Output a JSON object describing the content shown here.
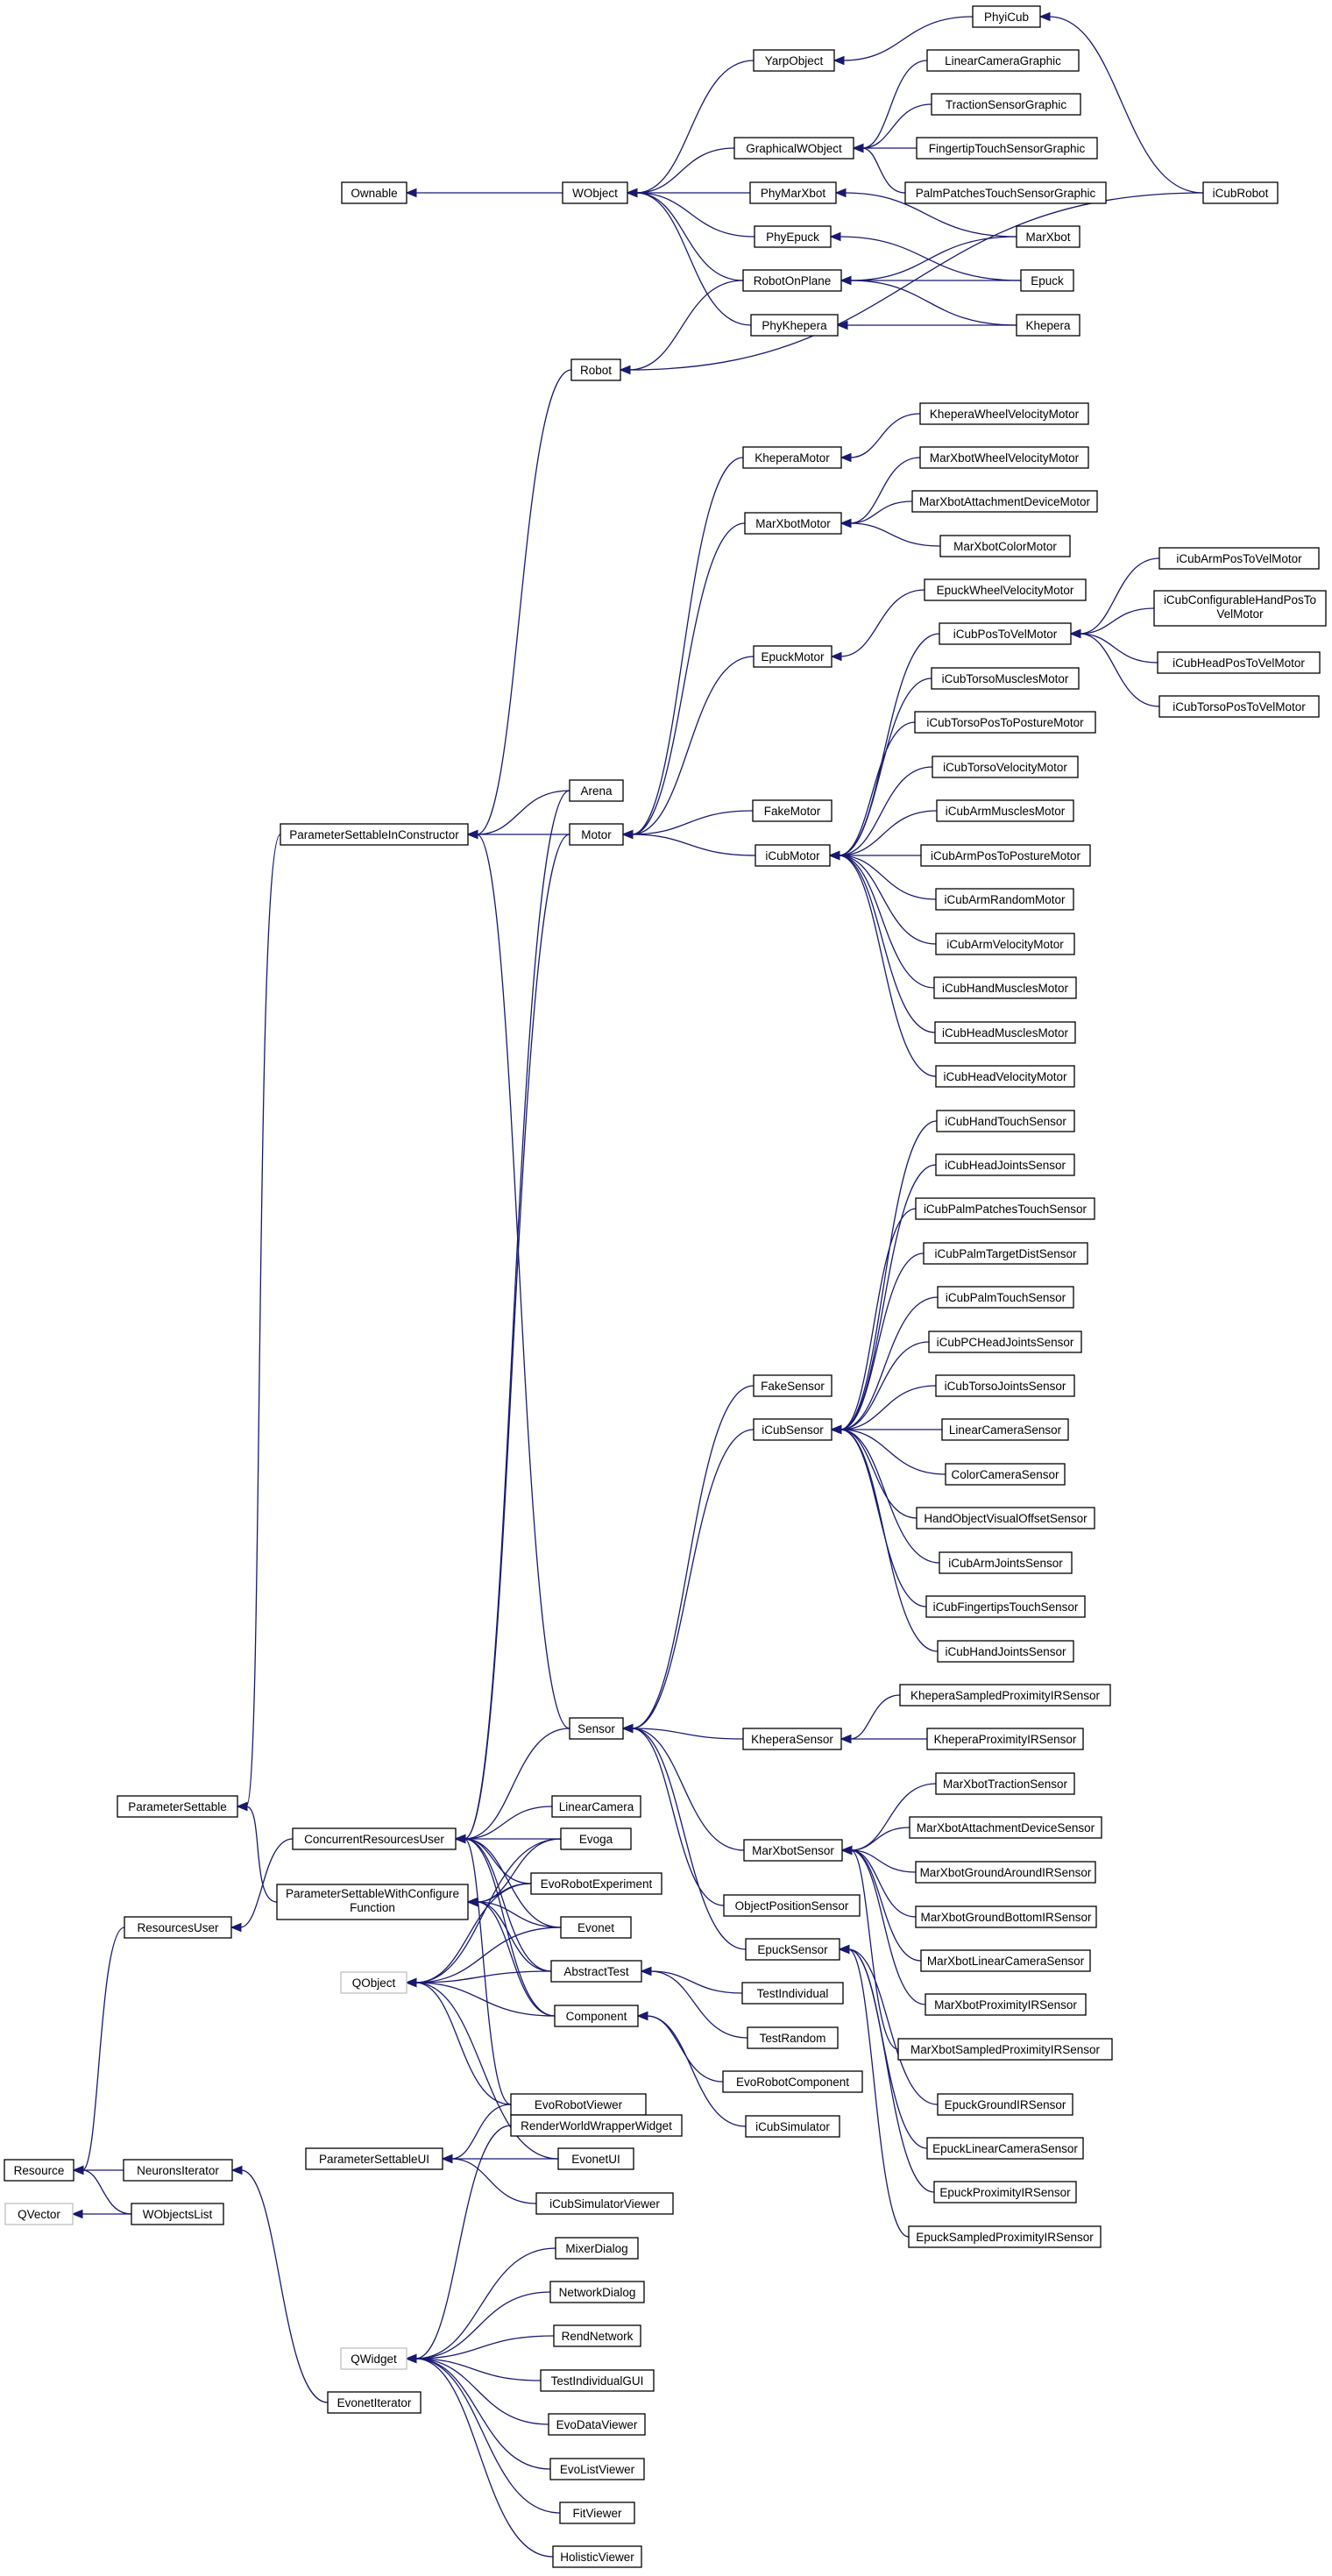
{
  "diagram": {
    "type": "class-inheritance-graph",
    "colors": {
      "edge": "#191970",
      "node_border": "#000000",
      "external_node_border": "#bfbfbf",
      "background": "#ffffff"
    },
    "nodes": [
      {
        "id": "PhyiCub",
        "label": "PhyiCub"
      },
      {
        "id": "YarpObject",
        "label": "YarpObject"
      },
      {
        "id": "LinearCameraGraphic",
        "label": "LinearCameraGraphic"
      },
      {
        "id": "TractionSensorGraphic",
        "label": "TractionSensorGraphic"
      },
      {
        "id": "GraphicalWObject",
        "label": "GraphicalWObject"
      },
      {
        "id": "FingertipTouchSensorGraphic",
        "label": "FingertipTouchSensorGraphic"
      },
      {
        "id": "Ownable",
        "label": "Ownable"
      },
      {
        "id": "WObject",
        "label": "WObject"
      },
      {
        "id": "PhyMarXbot",
        "label": "PhyMarXbot"
      },
      {
        "id": "PalmPatchesTouchSensorGraphic",
        "label": "PalmPatchesTouchSensorGraphic"
      },
      {
        "id": "iCubRobot",
        "label": "iCubRobot"
      },
      {
        "id": "PhyEpuck",
        "label": "PhyEpuck"
      },
      {
        "id": "MarXbot",
        "label": "MarXbot"
      },
      {
        "id": "RobotOnPlane",
        "label": "RobotOnPlane"
      },
      {
        "id": "Epuck",
        "label": "Epuck"
      },
      {
        "id": "PhyKhepera",
        "label": "PhyKhepera"
      },
      {
        "id": "Khepera",
        "label": "Khepera"
      },
      {
        "id": "Robot",
        "label": "Robot"
      },
      {
        "id": "KheperaWheelVelocityMotor",
        "label": "KheperaWheelVelocityMotor"
      },
      {
        "id": "KheperaMotor",
        "label": "KheperaMotor"
      },
      {
        "id": "MarXbotWheelVelocityMotor",
        "label": "MarXbotWheelVelocityMotor"
      },
      {
        "id": "MarXbotAttachmentDeviceMotor",
        "label": "MarXbotAttachmentDeviceMotor"
      },
      {
        "id": "MarXbotMotor",
        "label": "MarXbotMotor"
      },
      {
        "id": "MarXbotColorMotor",
        "label": "MarXbotColorMotor"
      },
      {
        "id": "iCubArmPosToVelMotor",
        "label": "iCubArmPosToVelMotor"
      },
      {
        "id": "EpuckWheelVelocityMotor",
        "label": "EpuckWheelVelocityMotor"
      },
      {
        "id": "iCubConfigurableHandPosToVelMotor",
        "label": "iCubConfigurableHandPosTo VelMotor",
        "lines": [
          "iCubConfigurableHandPosTo",
          "VelMotor"
        ]
      },
      {
        "id": "iCubPosToVelMotor",
        "label": "iCubPosToVelMotor"
      },
      {
        "id": "EpuckMotor",
        "label": "EpuckMotor"
      },
      {
        "id": "iCubHeadPosToVelMotor",
        "label": "iCubHeadPosToVelMotor"
      },
      {
        "id": "iCubTorsoMusclesMotor",
        "label": "iCubTorsoMusclesMotor"
      },
      {
        "id": "iCubTorsoPosToVelMotor",
        "label": "iCubTorsoPosToVelMotor"
      },
      {
        "id": "iCubTorsoPosToPostureMotor",
        "label": "iCubTorsoPosToPostureMotor"
      },
      {
        "id": "iCubTorsoVelocityMotor",
        "label": "iCubTorsoVelocityMotor"
      },
      {
        "id": "Arena",
        "label": "Arena"
      },
      {
        "id": "FakeMotor",
        "label": "FakeMotor"
      },
      {
        "id": "iCubArmMusclesMotor",
        "label": "iCubArmMusclesMotor"
      },
      {
        "id": "ParameterSettableInConstructor",
        "label": "ParameterSettableInConstructor"
      },
      {
        "id": "Motor",
        "label": "Motor"
      },
      {
        "id": "iCubMotor",
        "label": "iCubMotor"
      },
      {
        "id": "iCubArmPosToPostureMotor",
        "label": "iCubArmPosToPostureMotor"
      },
      {
        "id": "iCubArmRandomMotor",
        "label": "iCubArmRandomMotor"
      },
      {
        "id": "iCubArmVelocityMotor",
        "label": "iCubArmVelocityMotor"
      },
      {
        "id": "iCubHandMusclesMotor",
        "label": "iCubHandMusclesMotor"
      },
      {
        "id": "iCubHeadMusclesMotor",
        "label": "iCubHeadMusclesMotor"
      },
      {
        "id": "iCubHeadVelocityMotor",
        "label": "iCubHeadVelocityMotor"
      },
      {
        "id": "iCubHandTouchSensor",
        "label": "iCubHandTouchSensor"
      },
      {
        "id": "iCubHeadJointsSensor",
        "label": "iCubHeadJointsSensor"
      },
      {
        "id": "iCubPalmPatchesTouchSensor",
        "label": "iCubPalmPatchesTouchSensor"
      },
      {
        "id": "iCubPalmTargetDistSensor",
        "label": "iCubPalmTargetDistSensor"
      },
      {
        "id": "iCubPalmTouchSensor",
        "label": "iCubPalmTouchSensor"
      },
      {
        "id": "iCubPCHeadJointsSensor",
        "label": "iCubPCHeadJointsSensor"
      },
      {
        "id": "FakeSensor",
        "label": "FakeSensor"
      },
      {
        "id": "iCubTorsoJointsSensor",
        "label": "iCubTorsoJointsSensor"
      },
      {
        "id": "iCubSensor",
        "label": "iCubSensor"
      },
      {
        "id": "LinearCameraSensor",
        "label": "LinearCameraSensor"
      },
      {
        "id": "ColorCameraSensor",
        "label": "ColorCameraSensor"
      },
      {
        "id": "HandObjectVisualOffsetSensor",
        "label": "HandObjectVisualOffsetSensor"
      },
      {
        "id": "iCubArmJointsSensor",
        "label": "iCubArmJointsSensor"
      },
      {
        "id": "iCubFingertipsTouchSensor",
        "label": "iCubFingertipsTouchSensor"
      },
      {
        "id": "iCubHandJointsSensor",
        "label": "iCubHandJointsSensor"
      },
      {
        "id": "KheperaSampledProximityIRSensor",
        "label": "KheperaSampledProximityIRSensor"
      },
      {
        "id": "Sensor",
        "label": "Sensor"
      },
      {
        "id": "KheperaSensor",
        "label": "KheperaSensor"
      },
      {
        "id": "KheperaProximityIRSensor",
        "label": "KheperaProximityIRSensor"
      },
      {
        "id": "MarXbotTractionSensor",
        "label": "MarXbotTractionSensor"
      },
      {
        "id": "ParameterSettable",
        "label": "ParameterSettable"
      },
      {
        "id": "LinearCamera",
        "label": "LinearCamera"
      },
      {
        "id": "MarXbotAttachmentDeviceSensor",
        "label": "MarXbotAttachmentDeviceSensor"
      },
      {
        "id": "ConcurrentResourcesUser",
        "label": "ConcurrentResourcesUser"
      },
      {
        "id": "Evoga",
        "label": "Evoga"
      },
      {
        "id": "MarXbotSensor",
        "label": "MarXbotSensor"
      },
      {
        "id": "MarXbotGroundAroundIRSensor",
        "label": "MarXbotGroundAroundIRSensor"
      },
      {
        "id": "EvoRobotExperiment",
        "label": "EvoRobotExperiment"
      },
      {
        "id": "ParameterSettableWithConfigureFunction",
        "label": "ParameterSettableWithConfigure Function",
        "lines": [
          "ParameterSettableWithConfigure",
          "Function"
        ]
      },
      {
        "id": "ObjectPositionSensor",
        "label": "ObjectPositionSensor"
      },
      {
        "id": "MarXbotGroundBottomIRSensor",
        "label": "MarXbotGroundBottomIRSensor"
      },
      {
        "id": "ResourcesUser",
        "label": "ResourcesUser"
      },
      {
        "id": "Evonet",
        "label": "Evonet"
      },
      {
        "id": "EpuckSensor",
        "label": "EpuckSensor"
      },
      {
        "id": "MarXbotLinearCameraSensor",
        "label": "MarXbotLinearCameraSensor"
      },
      {
        "id": "AbstractTest",
        "label": "AbstractTest"
      },
      {
        "id": "QObject",
        "label": "QObject",
        "external": true
      },
      {
        "id": "TestIndividual",
        "label": "TestIndividual"
      },
      {
        "id": "MarXbotProximityIRSensor",
        "label": "MarXbotProximityIRSensor"
      },
      {
        "id": "Component",
        "label": "Component"
      },
      {
        "id": "TestRandom",
        "label": "TestRandom"
      },
      {
        "id": "MarXbotSampledProximityIRSensor",
        "label": "MarXbotSampledProximityIRSensor"
      },
      {
        "id": "EvoRobotComponent",
        "label": "EvoRobotComponent"
      },
      {
        "id": "EvoRobotViewer",
        "label": "EvoRobotViewer"
      },
      {
        "id": "EpuckGroundIRSensor",
        "label": "EpuckGroundIRSensor"
      },
      {
        "id": "RenderWorldWrapperWidget",
        "label": "RenderWorldWrapperWidget"
      },
      {
        "id": "iCubSimulator",
        "label": "iCubSimulator"
      },
      {
        "id": "EpuckLinearCameraSensor",
        "label": "EpuckLinearCameraSensor"
      },
      {
        "id": "ParameterSettableUI",
        "label": "ParameterSettableUI"
      },
      {
        "id": "EvonetUI",
        "label": "EvonetUI"
      },
      {
        "id": "Resource",
        "label": "Resource"
      },
      {
        "id": "NeuronsIterator",
        "label": "NeuronsIterator"
      },
      {
        "id": "EpuckProximityIRSensor",
        "label": "EpuckProximityIRSensor"
      },
      {
        "id": "iCubSimulatorViewer",
        "label": "iCubSimulatorViewer"
      },
      {
        "id": "QVector",
        "label": "QVector",
        "external": true
      },
      {
        "id": "WObjectsList",
        "label": "WObjectsList"
      },
      {
        "id": "EpuckSampledProximityIRSensor",
        "label": "EpuckSampledProximityIRSensor"
      },
      {
        "id": "MixerDialog",
        "label": "MixerDialog"
      },
      {
        "id": "NetworkDialog",
        "label": "NetworkDialog"
      },
      {
        "id": "RendNetwork",
        "label": "RendNetwork"
      },
      {
        "id": "QWidget",
        "label": "QWidget",
        "external": true
      },
      {
        "id": "TestIndividualGUI",
        "label": "TestIndividualGUI"
      },
      {
        "id": "EvonetIterator",
        "label": "EvonetIterator"
      },
      {
        "id": "EvoDataViewer",
        "label": "EvoDataViewer"
      },
      {
        "id": "EvoListViewer",
        "label": "EvoListViewer"
      },
      {
        "id": "FitViewer",
        "label": "FitViewer"
      },
      {
        "id": "HolisticViewer",
        "label": "HolisticViewer"
      }
    ],
    "edges": [
      [
        "YarpObject",
        "PhyiCub"
      ],
      [
        "PhyiCub",
        "iCubRobot"
      ],
      [
        "WObject",
        "YarpObject"
      ],
      [
        "WObject",
        "GraphicalWObject"
      ],
      [
        "WObject",
        "PhyMarXbot"
      ],
      [
        "WObject",
        "PhyEpuck"
      ],
      [
        "WObject",
        "PhyKhepera"
      ],
      [
        "WObject",
        "RobotOnPlane"
      ],
      [
        "Ownable",
        "WObject"
      ],
      [
        "GraphicalWObject",
        "LinearCameraGraphic"
      ],
      [
        "GraphicalWObject",
        "TractionSensorGraphic"
      ],
      [
        "GraphicalWObject",
        "FingertipTouchSensorGraphic"
      ],
      [
        "GraphicalWObject",
        "PalmPatchesTouchSensorGraphic"
      ],
      [
        "PhyMarXbot",
        "MarXbot"
      ],
      [
        "PhyEpuck",
        "Epuck"
      ],
      [
        "PhyKhepera",
        "Khepera"
      ],
      [
        "RobotOnPlane",
        "MarXbot"
      ],
      [
        "RobotOnPlane",
        "Epuck"
      ],
      [
        "RobotOnPlane",
        "Khepera"
      ],
      [
        "Robot",
        "RobotOnPlane"
      ],
      [
        "Robot",
        "iCubRobot"
      ],
      [
        "ParameterSettableInConstructor",
        "Robot"
      ],
      [
        "ParameterSettableInConstructor",
        "Arena"
      ],
      [
        "ParameterSettableInConstructor",
        "Motor"
      ],
      [
        "ParameterSettableInConstructor",
        "Sensor"
      ],
      [
        "KheperaMotor",
        "KheperaWheelVelocityMotor"
      ],
      [
        "MarXbotMotor",
        "MarXbotWheelVelocityMotor"
      ],
      [
        "MarXbotMotor",
        "MarXbotAttachmentDeviceMotor"
      ],
      [
        "MarXbotMotor",
        "MarXbotColorMotor"
      ],
      [
        "EpuckMotor",
        "EpuckWheelVelocityMotor"
      ],
      [
        "iCubPosToVelMotor",
        "iCubArmPosToVelMotor"
      ],
      [
        "iCubPosToVelMotor",
        "iCubConfigurableHandPosToVelMotor"
      ],
      [
        "iCubPosToVelMotor",
        "iCubHeadPosToVelMotor"
      ],
      [
        "iCubPosToVelMotor",
        "iCubTorsoPosToVelMotor"
      ],
      [
        "Motor",
        "KheperaMotor"
      ],
      [
        "Motor",
        "MarXbotMotor"
      ],
      [
        "Motor",
        "EpuckMotor"
      ],
      [
        "Motor",
        "FakeMotor"
      ],
      [
        "Motor",
        "iCubMotor"
      ],
      [
        "iCubMotor",
        "iCubPosToVelMotor"
      ],
      [
        "iCubMotor",
        "iCubTorsoMusclesMotor"
      ],
      [
        "iCubMotor",
        "iCubTorsoPosToPostureMotor"
      ],
      [
        "iCubMotor",
        "iCubTorsoVelocityMotor"
      ],
      [
        "iCubMotor",
        "iCubArmMusclesMotor"
      ],
      [
        "iCubMotor",
        "iCubArmPosToPostureMotor"
      ],
      [
        "iCubMotor",
        "iCubArmRandomMotor"
      ],
      [
        "iCubMotor",
        "iCubArmVelocityMotor"
      ],
      [
        "iCubMotor",
        "iCubHandMusclesMotor"
      ],
      [
        "iCubMotor",
        "iCubHeadMusclesMotor"
      ],
      [
        "iCubMotor",
        "iCubHeadVelocityMotor"
      ],
      [
        "iCubSensor",
        "iCubHandTouchSensor"
      ],
      [
        "iCubSensor",
        "iCubHeadJointsSensor"
      ],
      [
        "iCubSensor",
        "iCubPalmPatchesTouchSensor"
      ],
      [
        "iCubSensor",
        "iCubPalmTargetDistSensor"
      ],
      [
        "iCubSensor",
        "iCubPalmTouchSensor"
      ],
      [
        "iCubSensor",
        "iCubPCHeadJointsSensor"
      ],
      [
        "iCubSensor",
        "iCubTorsoJointsSensor"
      ],
      [
        "iCubSensor",
        "LinearCameraSensor"
      ],
      [
        "iCubSensor",
        "ColorCameraSensor"
      ],
      [
        "iCubSensor",
        "HandObjectVisualOffsetSensor"
      ],
      [
        "iCubSensor",
        "iCubArmJointsSensor"
      ],
      [
        "iCubSensor",
        "iCubFingertipsTouchSensor"
      ],
      [
        "iCubSensor",
        "iCubHandJointsSensor"
      ],
      [
        "Sensor",
        "FakeSensor"
      ],
      [
        "Sensor",
        "iCubSensor"
      ],
      [
        "Sensor",
        "KheperaSensor"
      ],
      [
        "Sensor",
        "MarXbotSensor"
      ],
      [
        "Sensor",
        "ObjectPositionSensor"
      ],
      [
        "Sensor",
        "EpuckSensor"
      ],
      [
        "KheperaSensor",
        "KheperaSampledProximityIRSensor"
      ],
      [
        "KheperaSensor",
        "KheperaProximityIRSensor"
      ],
      [
        "MarXbotSensor",
        "MarXbotTractionSensor"
      ],
      [
        "MarXbotSensor",
        "MarXbotAttachmentDeviceSensor"
      ],
      [
        "MarXbotSensor",
        "MarXbotGroundAroundIRSensor"
      ],
      [
        "MarXbotSensor",
        "MarXbotGroundBottomIRSensor"
      ],
      [
        "MarXbotSensor",
        "MarXbotLinearCameraSensor"
      ],
      [
        "MarXbotSensor",
        "MarXbotProximityIRSensor"
      ],
      [
        "MarXbotSensor",
        "MarXbotSampledProximityIRSensor"
      ],
      [
        "EpuckSensor",
        "EpuckGroundIRSensor"
      ],
      [
        "EpuckSensor",
        "EpuckLinearCameraSensor"
      ],
      [
        "EpuckSensor",
        "EpuckProximityIRSensor"
      ],
      [
        "EpuckSensor",
        "EpuckSampledProximityIRSensor"
      ],
      [
        "ParameterSettable",
        "ParameterSettableInConstructor"
      ],
      [
        "ParameterSettable",
        "ParameterSettableWithConfigureFunction"
      ],
      [
        "ConcurrentResourcesUser",
        "Arena"
      ],
      [
        "ConcurrentResourcesUser",
        "Motor"
      ],
      [
        "ConcurrentResourcesUser",
        "Sensor"
      ],
      [
        "ConcurrentResourcesUser",
        "LinearCamera"
      ],
      [
        "ConcurrentResourcesUser",
        "Evoga"
      ],
      [
        "ConcurrentResourcesUser",
        "EvoRobotExperiment"
      ],
      [
        "ConcurrentResourcesUser",
        "Evonet"
      ],
      [
        "ConcurrentResourcesUser",
        "AbstractTest"
      ],
      [
        "ConcurrentResourcesUser",
        "Component"
      ],
      [
        "ConcurrentResourcesUser",
        "EvoRobotViewer"
      ],
      [
        "ParameterSettableWithConfigureFunction",
        "Evoga"
      ],
      [
        "ParameterSettableWithConfigureFunction",
        "EvoRobotExperiment"
      ],
      [
        "ParameterSettableWithConfigureFunction",
        "Evonet"
      ],
      [
        "ParameterSettableWithConfigureFunction",
        "AbstractTest"
      ],
      [
        "ParameterSettableWithConfigureFunction",
        "Component"
      ],
      [
        "ResourcesUser",
        "ConcurrentResourcesUser"
      ],
      [
        "QObject",
        "Evoga"
      ],
      [
        "QObject",
        "EvoRobotExperiment"
      ],
      [
        "QObject",
        "Evonet"
      ],
      [
        "QObject",
        "AbstractTest"
      ],
      [
        "QObject",
        "Component"
      ],
      [
        "QObject",
        "EvoRobotViewer"
      ],
      [
        "QObject",
        "EvonetUI"
      ],
      [
        "AbstractTest",
        "TestIndividual"
      ],
      [
        "AbstractTest",
        "TestRandom"
      ],
      [
        "Component",
        "EvoRobotComponent"
      ],
      [
        "Component",
        "iCubSimulator"
      ],
      [
        "ParameterSettableUI",
        "EvoRobotViewer"
      ],
      [
        "ParameterSettableUI",
        "EvonetUI"
      ],
      [
        "ParameterSettableUI",
        "iCubSimulatorViewer"
      ],
      [
        "Resource",
        "ResourcesUser"
      ],
      [
        "Resource",
        "NeuronsIterator"
      ],
      [
        "Resource",
        "WObjectsList"
      ],
      [
        "QVector",
        "WObjectsList"
      ],
      [
        "NeuronsIterator",
        "EvonetIterator"
      ],
      [
        "QWidget",
        "RenderWorldWrapperWidget"
      ],
      [
        "QWidget",
        "MixerDialog"
      ],
      [
        "QWidget",
        "NetworkDialog"
      ],
      [
        "QWidget",
        "RendNetwork"
      ],
      [
        "QWidget",
        "TestIndividualGUI"
      ],
      [
        "QWidget",
        "EvoDataViewer"
      ],
      [
        "QWidget",
        "EvoListViewer"
      ],
      [
        "QWidget",
        "FitViewer"
      ],
      [
        "QWidget",
        "HolisticViewer"
      ]
    ]
  }
}
